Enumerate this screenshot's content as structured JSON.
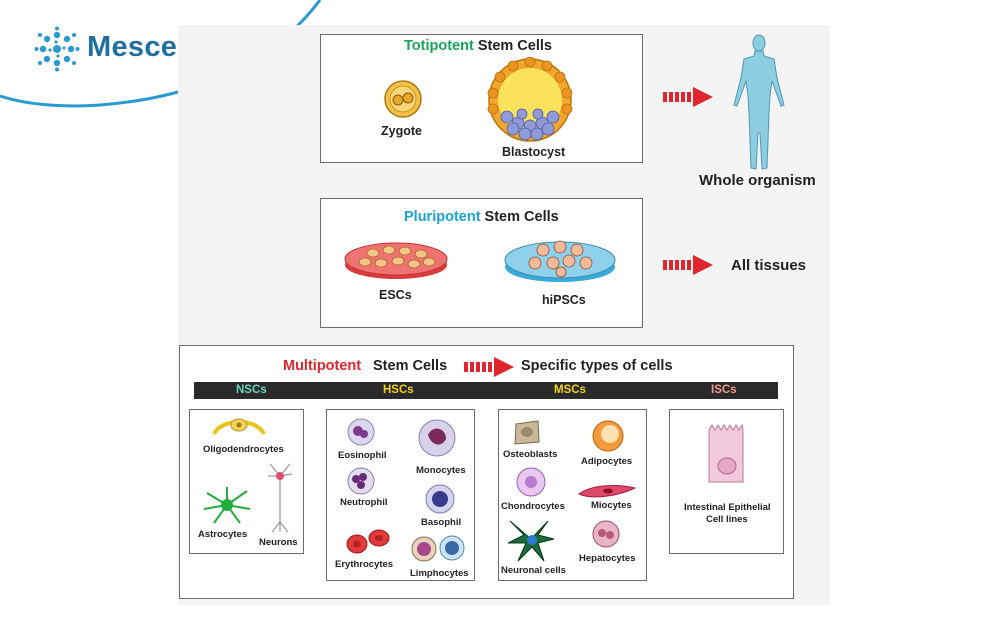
{
  "brand": {
    "name": "Mescells",
    "color": "#1f6fa0",
    "icon": "cell-cluster-logo-icon"
  },
  "colors": {
    "totipotent": "#1aa35a",
    "pluripotent": "#1aa3d9",
    "multipotent": "#e0262c",
    "nsc": "#68d3c0",
    "hsc": "#f2d21a",
    "msc": "#f2d21a",
    "isc": "#f29a8c",
    "arrow": "#e0262c"
  },
  "totipotent": {
    "highlight": "Totipotent",
    "rest": " Stem Cells",
    "zygote": "Zygote",
    "blastocyst": "Blastocyst",
    "result": "Whole organism"
  },
  "pluripotent": {
    "highlight": "Pluripotent",
    "rest": " Stem Cells",
    "escs": "ESCs",
    "hipscs": "hiPSCs",
    "result": "All tissues"
  },
  "multipotent": {
    "highlight": "Multipotent",
    "rest": "Stem Cells",
    "result": "Specific types of cells",
    "categories": [
      "NSCs",
      "HSCs",
      "MSCs",
      "ISCs"
    ],
    "nsc_cells": [
      "Oligodendrocytes",
      "Astrocytes",
      "Neurons"
    ],
    "hsc_cells": [
      "Eosinophil",
      "Monocytes",
      "Neutrophil",
      "Basophil",
      "Erythrocytes",
      "Limphocytes"
    ],
    "msc_cells": [
      "Osteoblasts",
      "Adipocytes",
      "Chondrocytes",
      "Miocytes",
      "Hepatocytes",
      "Neuronal cells"
    ],
    "isc_cells": [
      "Intestinal Epithelial",
      "Cell lines"
    ]
  }
}
